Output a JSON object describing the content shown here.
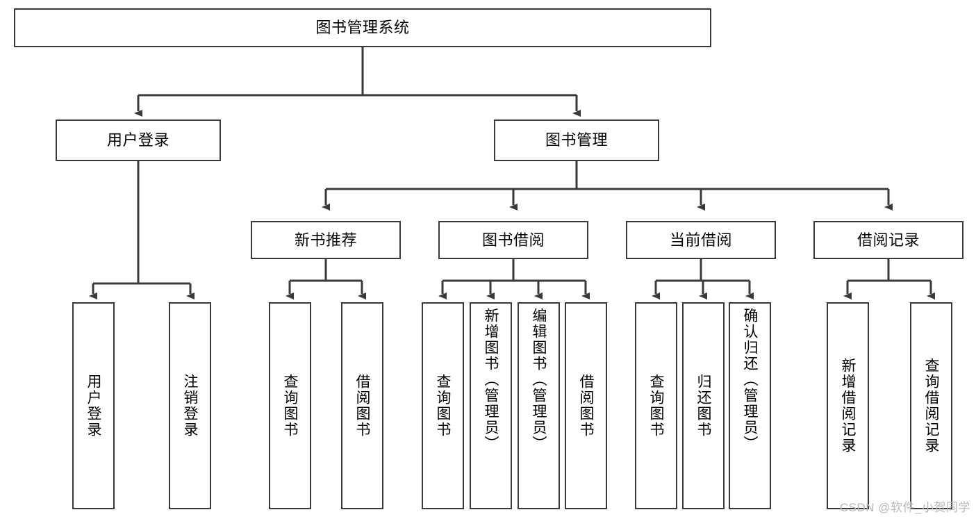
{
  "diagram": {
    "title": "图书管理系统",
    "type": "tree-hierarchy",
    "root": {
      "label": "图书管理系统"
    },
    "level1": [
      {
        "label": "用户登录"
      },
      {
        "label": "图书管理"
      }
    ],
    "level2": [
      {
        "label": "新书推荐"
      },
      {
        "label": "图书借阅"
      },
      {
        "label": "当前借阅"
      },
      {
        "label": "借阅记录"
      }
    ],
    "leaves": {
      "user_login": [
        {
          "label": "用户登录"
        },
        {
          "label": "注销登录"
        }
      ],
      "new_book_recommend": [
        {
          "label": "查询图书"
        },
        {
          "label": "借阅图书"
        }
      ],
      "book_borrow": [
        {
          "label": "查询图书"
        },
        {
          "label": "新增图书（管理员）"
        },
        {
          "label": "编辑图书（管理员）"
        },
        {
          "label": "借阅图书"
        }
      ],
      "current_borrow": [
        {
          "label": "查询图书"
        },
        {
          "label": "归还图书"
        },
        {
          "label": "确认归还（管理员）"
        }
      ],
      "borrow_record": [
        {
          "label": "新增借阅记录"
        },
        {
          "label": "查询借阅记录"
        }
      ]
    }
  },
  "watermark": {
    "text": "CSDN @软件_小贺同学"
  },
  "colors": {
    "box_border": "#3a3a3a",
    "box_fill": "#ffffff",
    "line": "#3a3a3a",
    "text": "#000000",
    "watermark": "#b9b9b9"
  }
}
